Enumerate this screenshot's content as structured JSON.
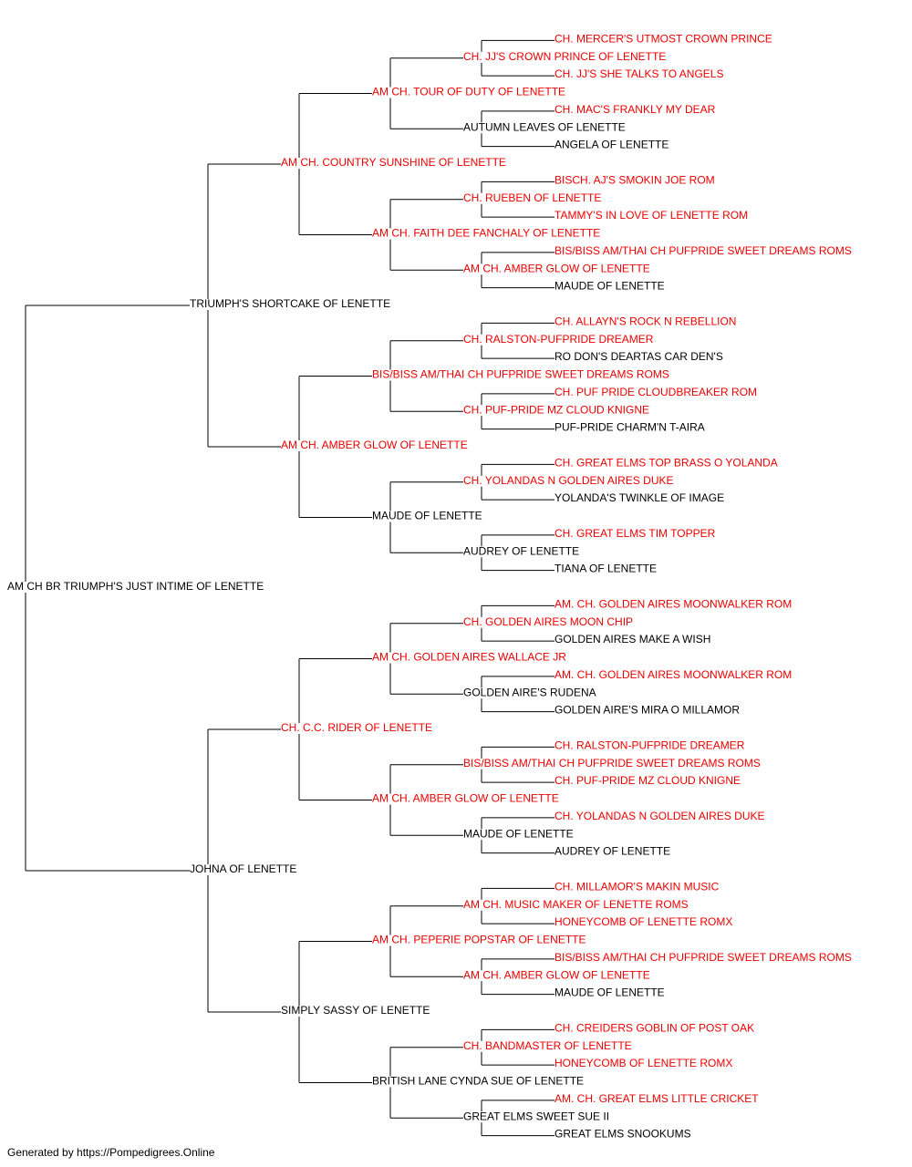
{
  "pedigree": {
    "name": "AM CH BR TRIUMPH'S JUST INTIME OF LENETTE",
    "champion": false,
    "sire": {
      "name": "TRIUMPH'S SHORTCAKE OF LENETTE",
      "champion": false,
      "sire": {
        "name": "AM CH. COUNTRY SUNSHINE OF LENETTE",
        "champion": true,
        "sire": {
          "name": "AM CH. TOUR OF DUTY OF LENETTE",
          "champion": true,
          "sire": {
            "name": "CH. JJ'S CROWN PRINCE OF LENETTE",
            "champion": true,
            "sire": {
              "name": "CH. MERCER'S UTMOST CROWN PRINCE",
              "champion": true
            },
            "dam": {
              "name": "CH. JJ'S SHE TALKS TO ANGELS",
              "champion": true
            }
          },
          "dam": {
            "name": "AUTUMN LEAVES OF LENETTE",
            "champion": false,
            "sire": {
              "name": "CH. MAC'S FRANKLY MY DEAR",
              "champion": true
            },
            "dam": {
              "name": "ANGELA OF LENETTE",
              "champion": false
            }
          }
        },
        "dam": {
          "name": "AM CH. FAITH DEE FANCHALY OF LENETTE",
          "champion": true,
          "sire": {
            "name": "CH. RUEBEN OF LENETTE",
            "champion": true,
            "sire": {
              "name": "BISCH. AJ'S SMOKIN JOE ROM",
              "champion": true
            },
            "dam": {
              "name": "TAMMY'S IN LOVE OF LENETTE ROM",
              "champion": true
            }
          },
          "dam": {
            "name": "AM CH. AMBER GLOW OF LENETTE",
            "champion": true,
            "sire": {
              "name": "BIS/BISS AM/THAI CH PUFPRIDE SWEET DREAMS ROMS",
              "champion": true
            },
            "dam": {
              "name": "MAUDE OF LENETTE",
              "champion": false
            }
          }
        }
      },
      "dam": {
        "name": "AM CH. AMBER GLOW OF LENETTE",
        "champion": true,
        "sire": {
          "name": "BIS/BISS AM/THAI CH PUFPRIDE SWEET DREAMS ROMS",
          "champion": true,
          "sire": {
            "name": "CH. RALSTON-PUFPRIDE DREAMER",
            "champion": true,
            "sire": {
              "name": "CH. ALLAYN'S ROCK N REBELLION",
              "champion": true
            },
            "dam": {
              "name": "RO DON'S DEARTAS CAR DEN'S",
              "champion": false
            }
          },
          "dam": {
            "name": "CH. PUF-PRIDE MZ CLOUD KNIGNE",
            "champion": true,
            "sire": {
              "name": "CH. PUF PRIDE CLOUDBREAKER ROM",
              "champion": true
            },
            "dam": {
              "name": "PUF-PRIDE CHARM'N T-AIRA",
              "champion": false
            }
          }
        },
        "dam": {
          "name": "MAUDE OF LENETTE",
          "champion": false,
          "sire": {
            "name": "CH. YOLANDAS N GOLDEN AIRES DUKE",
            "champion": true,
            "sire": {
              "name": "CH. GREAT ELMS TOP BRASS O YOLANDA",
              "champion": true
            },
            "dam": {
              "name": "YOLANDA'S TWINKLE OF IMAGE",
              "champion": false
            }
          },
          "dam": {
            "name": "AUDREY OF LENETTE",
            "champion": false,
            "sire": {
              "name": "CH. GREAT ELMS TIM TOPPER",
              "champion": true
            },
            "dam": {
              "name": "TIANA OF LENETTE",
              "champion": false
            }
          }
        }
      }
    },
    "dam": {
      "name": "JOHNA OF LENETTE",
      "champion": false,
      "sire": {
        "name": "CH. C.C. RIDER OF LENETTE",
        "champion": true,
        "sire": {
          "name": "AM CH. GOLDEN AIRES WALLACE JR",
          "champion": true,
          "sire": {
            "name": "CH. GOLDEN AIRES MOON CHIP",
            "champion": true,
            "sire": {
              "name": "AM. CH. GOLDEN AIRES MOONWALKER ROM",
              "champion": true
            },
            "dam": {
              "name": "GOLDEN AIRES MAKE A WISH",
              "champion": false
            }
          },
          "dam": {
            "name": "GOLDEN AIRE'S RUDENA",
            "champion": false,
            "sire": {
              "name": "AM. CH. GOLDEN AIRES MOONWALKER ROM",
              "champion": true
            },
            "dam": {
              "name": "GOLDEN AIRE'S MIRA O MILLAMOR",
              "champion": false
            }
          }
        },
        "dam": {
          "name": "AM CH. AMBER GLOW OF LENETTE",
          "champion": true,
          "sire": {
            "name": "BIS/BISS AM/THAI CH PUFPRIDE SWEET DREAMS ROMS",
            "champion": true,
            "sire": {
              "name": "CH. RALSTON-PUFPRIDE DREAMER",
              "champion": true
            },
            "dam": {
              "name": "CH. PUF-PRIDE MZ CLOUD KNIGNE",
              "champion": true
            }
          },
          "dam": {
            "name": "MAUDE OF LENETTE",
            "champion": false,
            "sire": {
              "name": "CH. YOLANDAS N GOLDEN AIRES DUKE",
              "champion": true
            },
            "dam": {
              "name": "AUDREY OF LENETTE",
              "champion": false
            }
          }
        }
      },
      "dam": {
        "name": "SIMPLY SASSY OF LENETTE",
        "champion": false,
        "sire": {
          "name": "AM CH. PEPERIE POPSTAR OF LENETTE",
          "champion": true,
          "sire": {
            "name": "AM CH. MUSIC MAKER OF LENETTE ROMS",
            "champion": true,
            "sire": {
              "name": "CH. MILLAMOR'S MAKIN MUSIC",
              "champion": true
            },
            "dam": {
              "name": "HONEYCOMB OF LENETTE ROMX",
              "champion": true
            }
          },
          "dam": {
            "name": "AM CH. AMBER GLOW OF LENETTE",
            "champion": true,
            "sire": {
              "name": "BIS/BISS AM/THAI CH PUFPRIDE SWEET DREAMS ROMS",
              "champion": true
            },
            "dam": {
              "name": "MAUDE OF LENETTE",
              "champion": false
            }
          }
        },
        "dam": {
          "name": "BRITISH LANE CYNDA SUE OF LENETTE",
          "champion": false,
          "sire": {
            "name": "CH. BANDMASTER OF LENETTE",
            "champion": true,
            "sire": {
              "name": "CH. CREIDERS GOBLIN OF POST OAK",
              "champion": true
            },
            "dam": {
              "name": "HONEYCOMB OF LENETTE ROMX",
              "champion": true
            }
          },
          "dam": {
            "name": "GREAT ELMS SWEET SUE II",
            "champion": false,
            "sire": {
              "name": "AM. CH. GREAT ELMS LITTLE CRICKET",
              "champion": true
            },
            "dam": {
              "name": "GREAT ELMS SNOOKUMS",
              "champion": false
            }
          }
        }
      }
    }
  },
  "colors": {
    "champion": "#ee0000",
    "regular": "#000000",
    "lines": "#000000"
  },
  "footer": {
    "text": "Generated by https://Pompedigrees.Online"
  }
}
